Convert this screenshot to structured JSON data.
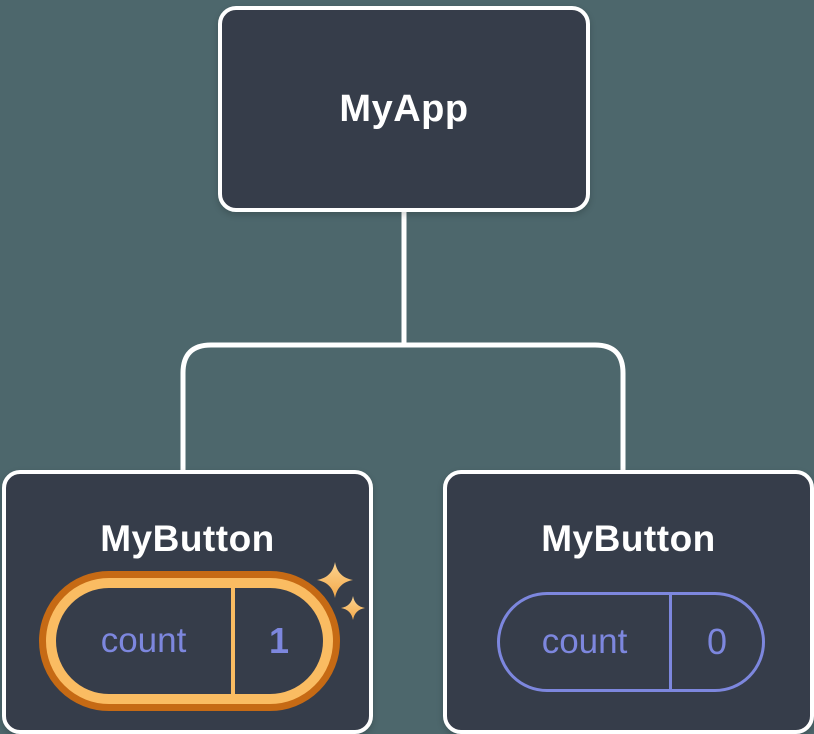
{
  "diagram": {
    "title_hint": "component tree with state",
    "colors": {
      "background": "#4d676c",
      "node_fill": "#363d4a",
      "node_border": "#ffffff",
      "connector": "#ffffff",
      "state_purple": "#7d87de",
      "highlight_orange_dark": "#c66a14",
      "highlight_orange_light": "#fabc62",
      "sparkle_light": "#fcd491",
      "sparkle_dark": "#f4a94a"
    },
    "root": {
      "label": "MyApp"
    },
    "children": [
      {
        "label": "MyButton",
        "state": {
          "name": "count",
          "value": "1"
        },
        "highlighted": true
      },
      {
        "label": "MyButton",
        "state": {
          "name": "count",
          "value": "0"
        },
        "highlighted": false
      }
    ]
  }
}
